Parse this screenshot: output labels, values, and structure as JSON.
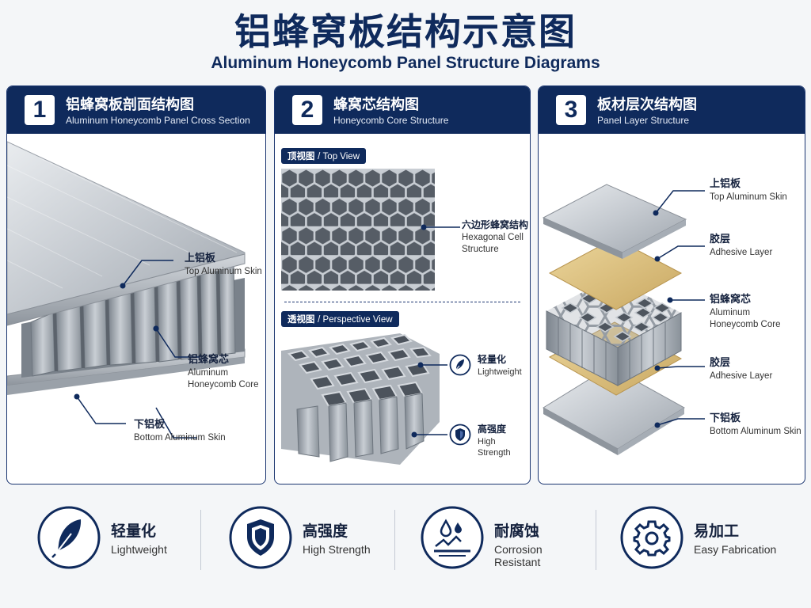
{
  "title_cn": "铝蜂窝板结构示意图",
  "title_en": "Aluminum Honeycomb Panel Structure Diagrams",
  "colors": {
    "navy": "#0f2a5c",
    "aluminum": "#b8bec6",
    "adhesive": "#dcbf7a",
    "background": "#f4f6f8"
  },
  "panels": [
    {
      "number": "1",
      "title_cn": "铝蜂窝板剖面结构图",
      "title_en": "Aluminum Honeycomb Panel Cross Section",
      "labels": [
        {
          "cn": "上铝板",
          "en": "Top Aluminum Skin"
        },
        {
          "cn": "铝蜂窝芯",
          "en_1": "Aluminum",
          "en_2": "Honeycomb Core"
        },
        {
          "cn": "下铝板",
          "en": "Bottom Aluminum Skin"
        }
      ]
    },
    {
      "number": "2",
      "title_cn": "蜂窝芯结构图",
      "title_en": "Honeycomb Core Structure",
      "top_view_tag": {
        "cn": "顶视图",
        "en": "/ Top View"
      },
      "perspective_tag": {
        "cn": "透视图",
        "en": "/ Perspective View"
      },
      "labels": [
        {
          "cn": "六边形蜂窝结构",
          "en_1": "Hexagonal Cell",
          "en_2": "Structure"
        },
        {
          "cn": "轻量化",
          "en": "Lightweight",
          "icon": "feather-icon"
        },
        {
          "cn": "高强度",
          "en": "High Strength",
          "icon": "shield-icon"
        }
      ]
    },
    {
      "number": "3",
      "title_cn": "板材层次结构图",
      "title_en": "Panel Layer Structure",
      "labels": [
        {
          "cn": "上铝板",
          "en": "Top Aluminum Skin"
        },
        {
          "cn": "胶层",
          "en": "Adhesive Layer"
        },
        {
          "cn": "铝蜂窝芯",
          "en_1": "Aluminum",
          "en_2": "Honeycomb Core"
        },
        {
          "cn": "胶层",
          "en": "Adhesive Layer"
        },
        {
          "cn": "下铝板",
          "en": "Bottom Aluminum Skin"
        }
      ]
    }
  ],
  "features": [
    {
      "cn": "轻量化",
      "en": "Lightweight",
      "icon": "feather-icon"
    },
    {
      "cn": "高强度",
      "en": "High Strength",
      "icon": "shield-icon"
    },
    {
      "cn": "耐腐蚀",
      "en": "Corrosion Resistant",
      "icon": "droplets-icon"
    },
    {
      "cn": "易加工",
      "en": "Easy Fabrication",
      "icon": "gear-icon"
    }
  ]
}
